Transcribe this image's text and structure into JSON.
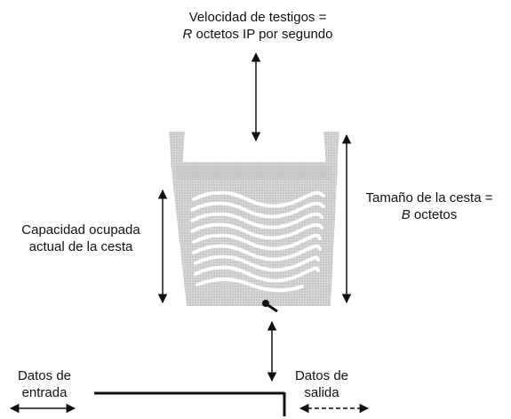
{
  "labels": {
    "token_rate_line1": "Velocidad de testigos =",
    "token_rate_line2_var": "R",
    "token_rate_line2_rest": " octetos IP por segundo",
    "current_capacity_line1": "Capacidad ocupada",
    "current_capacity_line2": "actual de la cesta",
    "bucket_size_line1": "Tamaño de la cesta =",
    "bucket_size_line2_var": "B",
    "bucket_size_line2_rest": " octetos",
    "data_in_line1": "Datos de",
    "data_in_line2": "entrada",
    "data_out_line1": "Datos de",
    "data_out_line2": "salida"
  },
  "colors": {
    "bucket_fill": "#d4d4d4",
    "bucket_rim": "#bdbdbd",
    "wave_line": "#ffffff",
    "ink": "#111111"
  }
}
